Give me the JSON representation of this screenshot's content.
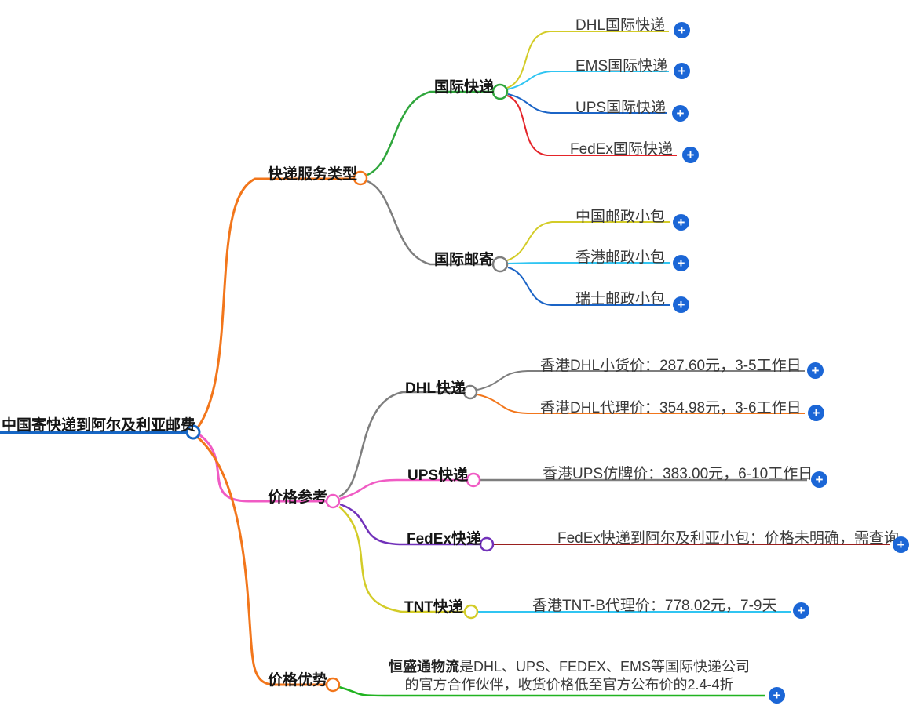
{
  "icons": {
    "expand": "+"
  },
  "colors": {
    "root_blue": "#1666C4",
    "orange": "#F2761B",
    "pink": "#F05BC4",
    "green": "#2FA63C",
    "leaf_green": "#21B321",
    "gray": "#7E7E7E",
    "yellow": "#D3CC28",
    "cyan": "#30C5F2",
    "blue": "#1B64C6",
    "red": "#E42429",
    "dark_red": "#9A201F",
    "purple": "#7232BA",
    "plus_blue": "#1B66D6"
  },
  "tree": {
    "root": {
      "label": "中国寄快递到阿尔及利亚邮费"
    },
    "branches": [
      {
        "label": "快递服务类型",
        "children": [
          {
            "label": "国际快递",
            "children": [
              {
                "label": "DHL国际快递"
              },
              {
                "label": "EMS国际快递"
              },
              {
                "label": "UPS国际快递"
              },
              {
                "label": "FedEx国际快递"
              }
            ]
          },
          {
            "label": "国际邮寄",
            "children": [
              {
                "label": "中国邮政小包"
              },
              {
                "label": "香港邮政小包"
              },
              {
                "label": "瑞士邮政小包"
              }
            ]
          }
        ]
      },
      {
        "label": "价格参考",
        "children": [
          {
            "label": "DHL快递",
            "children": [
              {
                "label": "香港DHL小货价：287.60元，3-5工作日"
              },
              {
                "label": "香港DHL代理价：354.98元，3-6工作日"
              }
            ]
          },
          {
            "label": "UPS快递",
            "children": [
              {
                "label": "香港UPS仿牌价：383.00元，6-10工作日"
              }
            ]
          },
          {
            "label": "FedEx快递",
            "children": [
              {
                "label": "FedEx快递到阿尔及利亚小包：价格未明确，需查询"
              }
            ]
          },
          {
            "label": "TNT快递",
            "children": [
              {
                "label": "香港TNT-B代理价：778.02元，7-9天"
              }
            ]
          }
        ]
      },
      {
        "label": "价格优势",
        "children": [
          {
            "label_bold": "恒盛通物流",
            "label": "是DHL、UPS、FEDEX、EMS等国际快递公司的官方合作伙伴，收货价格低至官方公布价的2.4-4折"
          }
        ]
      }
    ]
  }
}
